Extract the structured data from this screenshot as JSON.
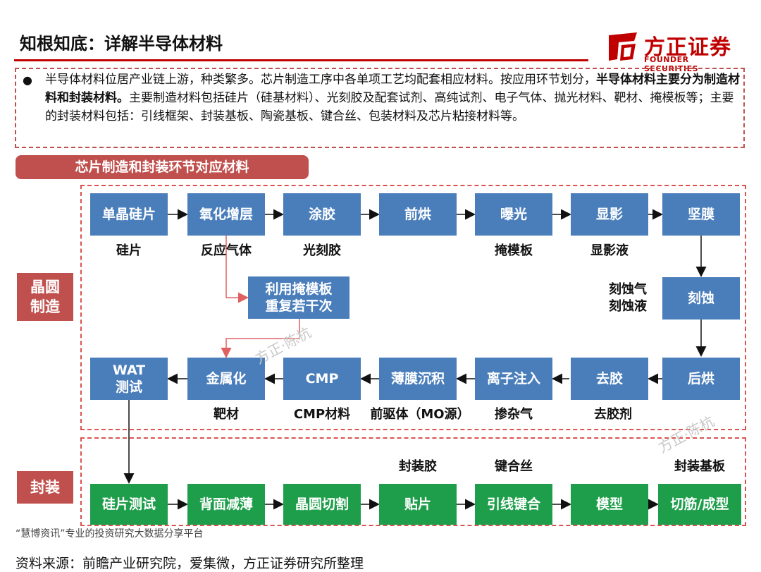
{
  "header": {
    "title": "知根知底：详解半导体材料",
    "logo_cn": "方正证券",
    "logo_en": "FOUNDER SECURITIES"
  },
  "intro": {
    "bullet": "●",
    "part1": "半导体材料位居产业链上游，种类繁多。芯片制造工序中各单项工艺均配套相应材料。按应用环节划分，",
    "bold": "半导体材料主要分为制造材料和封装材料。",
    "part2": "主要制造材料包括硅片（硅基材料）、光刻胶及配套试剂、高纯试剂、电子气体、抛光材料、靶材、掩模板等；主要的封装材料包括：引线框架、封装基板、陶瓷基板、键合丝、包装材料及芯片粘接材料等。"
  },
  "section_title": "芯片制造和封装环节对应材料",
  "side_labels": {
    "wafer": "晶圆\n制造",
    "packaging": "封装"
  },
  "steps": {
    "s1": "单晶硅片",
    "s2": "氧化增层",
    "s3": "涂胶",
    "s4": "前烘",
    "s5": "曝光",
    "s6": "显影",
    "s7": "坚膜",
    "s8": "刻蚀",
    "s9": "后烘",
    "s10": "去胶",
    "s11": "离子注入",
    "s12": "薄膜沉积",
    "s13": "CMP",
    "s14": "金属化",
    "s15": "WAT\n测试",
    "repeat": "利用掩模板\n重复若干次",
    "p1": "硅片测试",
    "p2": "背面减薄",
    "p3": "晶圆切割",
    "p4": "贴片",
    "p5": "引线键合",
    "p6": "模型",
    "p7": "切筋/成型"
  },
  "materials": {
    "m1": "硅片",
    "m2": "反应气体",
    "m3": "光刻胶",
    "m5": "掩模板",
    "m6": "显影液",
    "m8": "刻蚀气\n刻蚀液",
    "m10": "去胶剂",
    "m11": "掺杂气",
    "m12": "前驱体（MO源）",
    "m13": "CMP材料",
    "m14": "靶材",
    "pm4": "封装胶",
    "pm5": "键合丝",
    "pm7": "封装基板"
  },
  "watermarks": {
    "w1": "方正·陈杭",
    "w2": "方正·陈杭"
  },
  "footer": {
    "platform": "“慧博资讯”专业的投资研究大数据分享平台",
    "source": "资料来源：前瞻产业研究院，爱集微，方正证券研究所整理"
  },
  "colors": {
    "accent_red": "#c0504d",
    "process_blue": "#4a7ebb",
    "packaging_green": "#1e9e4a"
  }
}
